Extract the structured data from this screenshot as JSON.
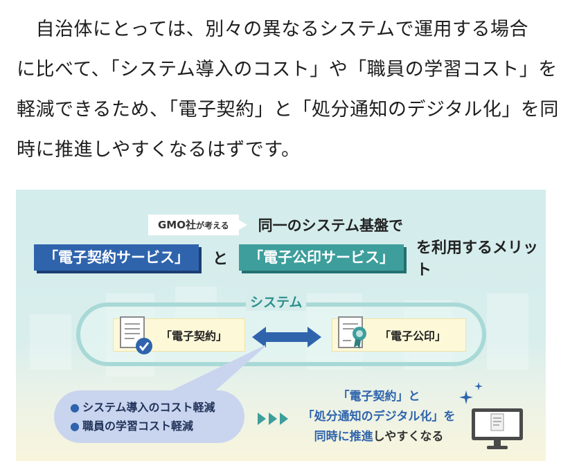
{
  "article": {
    "lines": [
      "　自治体にとっては、別々の異なるシステムで運用する場合",
      "に比べて、「システム導入のコスト」や「職員の学習コスト」を",
      "軽減できるため、「電子契約」と「処分通知のデジタル化」を同",
      "時に推進しやすくなるはずです。"
    ]
  },
  "figure": {
    "badge_main": "GMO社",
    "badge_small": "が考える",
    "headline1": "同一のシステム基盤で",
    "tag1": "「電子契約サービス」",
    "connector": "と",
    "tag2": "「電子公印サービス」",
    "headline2_tail": "を利用するメリット",
    "system_label": "システム",
    "card_left": "「電子契約」",
    "card_right": "「電子公印」",
    "benefits": [
      "システム導入のコスト軽減",
      "職員の学習コスト軽減"
    ],
    "bullet": "●",
    "result": {
      "line1": "「電子契約」と",
      "line2": "「処分通知のデジタル化」を",
      "line3_blue": "同時に推進",
      "line3_dark": "しやすくなる"
    },
    "colors": {
      "blue": "#2f64ad",
      "teal": "#3d9e9c",
      "pill_border": "#a8d9d6",
      "card_bg": "#fdf8d8",
      "bubble_bg": "#c9d5ee"
    }
  }
}
